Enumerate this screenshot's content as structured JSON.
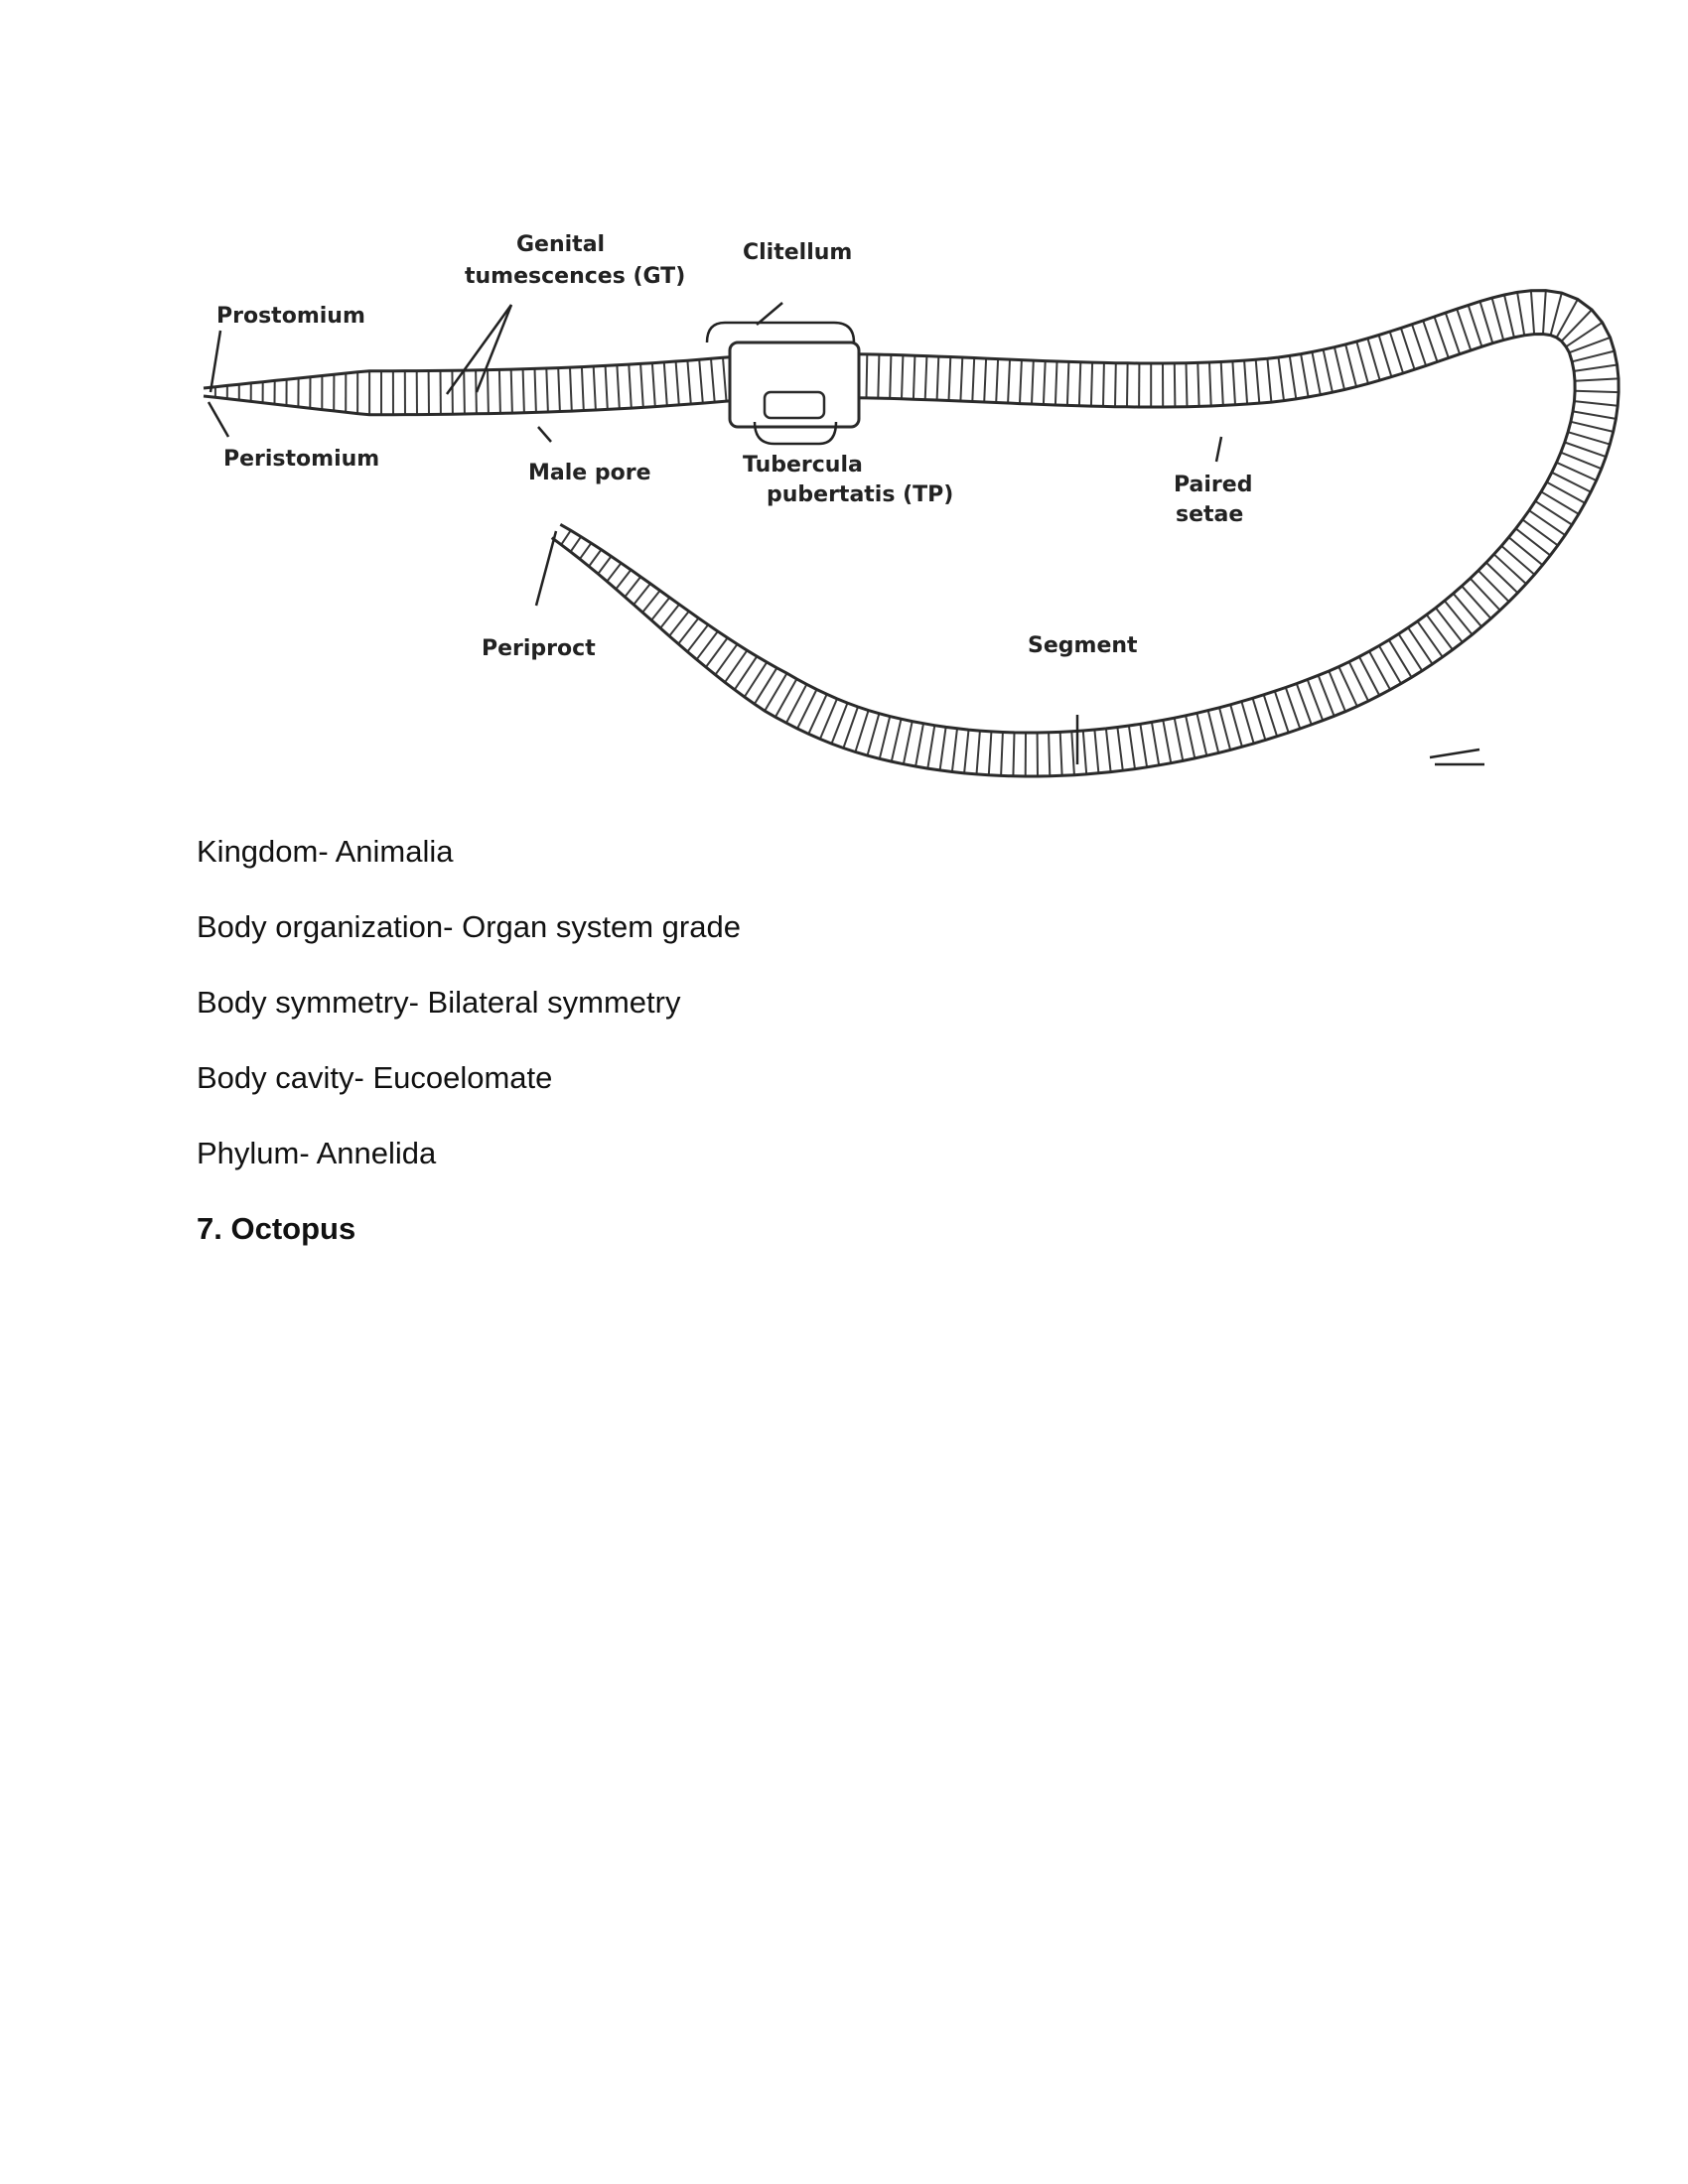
{
  "figure": {
    "labels": {
      "prostomium": "Prostomium",
      "peristomium": "Peristomium",
      "genital_1": "Genital",
      "genital_2": "tumescences (GT)",
      "male_pore": "Male pore",
      "clitellum": "Clitellum",
      "tubercula_1": "Tubercula",
      "tubercula_2": "pubertatis (TP)",
      "paired_1": "Paired",
      "paired_2": "setae",
      "periproct": "Periproct",
      "segment": "Segment"
    }
  },
  "classification": [
    "Kingdom- Animalia",
    "Body organization- Organ system grade",
    "Body symmetry- Bilateral symmetry",
    "Body cavity- Eucoelomate",
    "Phylum- Annelida"
  ],
  "next_heading": "7. Octopus"
}
